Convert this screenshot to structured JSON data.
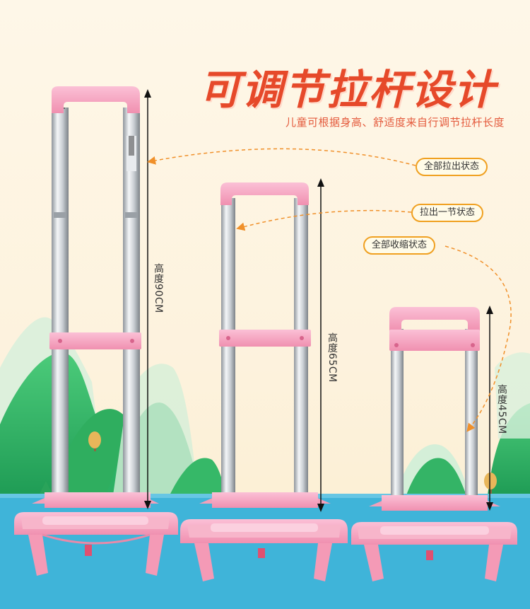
{
  "title": "可调节拉杆设计",
  "subtitle": "儿童可根据身高、舒适度来自行调节拉杆长度",
  "states": {
    "full": "全部拉出状态",
    "one": "拉出一节状态",
    "retracted": "全部收缩状态"
  },
  "heights": {
    "full": "高度90CM",
    "one": "高度65CM",
    "retracted": "高度45CM"
  },
  "colors": {
    "title": "#e6492a",
    "handle": "#f4a2c0",
    "base": "#f6a9c0",
    "water": "#3fb4d9",
    "hill": "#3dbb6b",
    "dash": "#f0902a"
  }
}
